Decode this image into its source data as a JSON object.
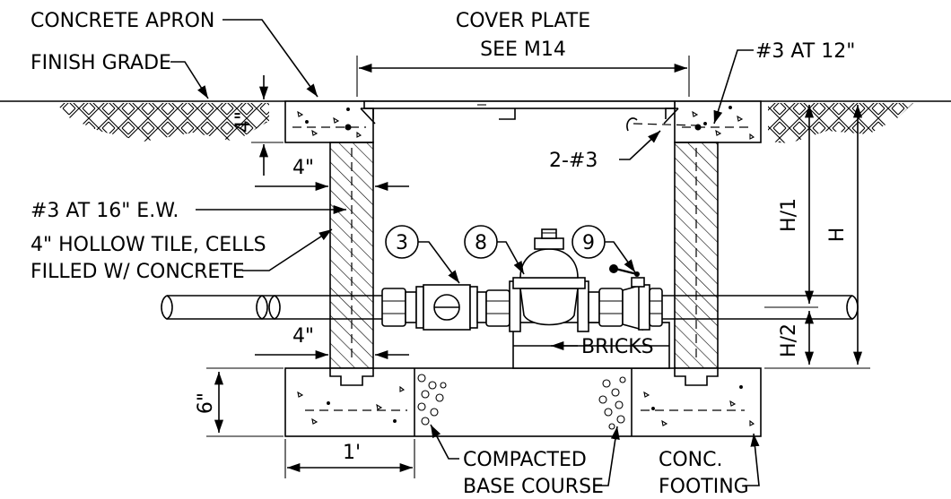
{
  "labels": {
    "concrete_apron": "CONCRETE APRON",
    "finish_grade": "FINISH GRADE",
    "cover_plate_1": "COVER PLATE",
    "cover_plate_2": "SEE M14",
    "rebar_top": "#3 AT 12\"",
    "rebar_two": "2-#3",
    "rebar_ew": "#3 AT 16\" E.W.",
    "hollow_tile_1": "4\" HOLLOW TILE, CELLS",
    "hollow_tile_2": "FILLED W/ CONCRETE",
    "bricks": "BRICKS",
    "compacted_1": "COMPACTED",
    "compacted_2": "BASE COURSE",
    "footing_1": "CONC.",
    "footing_2": "FOOTING"
  },
  "callouts": [
    "3",
    "8",
    "9"
  ],
  "dimensions": {
    "apron_thickness": "4\"",
    "wall_top": "4\"",
    "wall_bottom": "4\"",
    "footing_thickness": "6\"",
    "footing_extension": "1'",
    "h_total": "H",
    "h_upper": "H/1",
    "h_lower": "H/2"
  }
}
